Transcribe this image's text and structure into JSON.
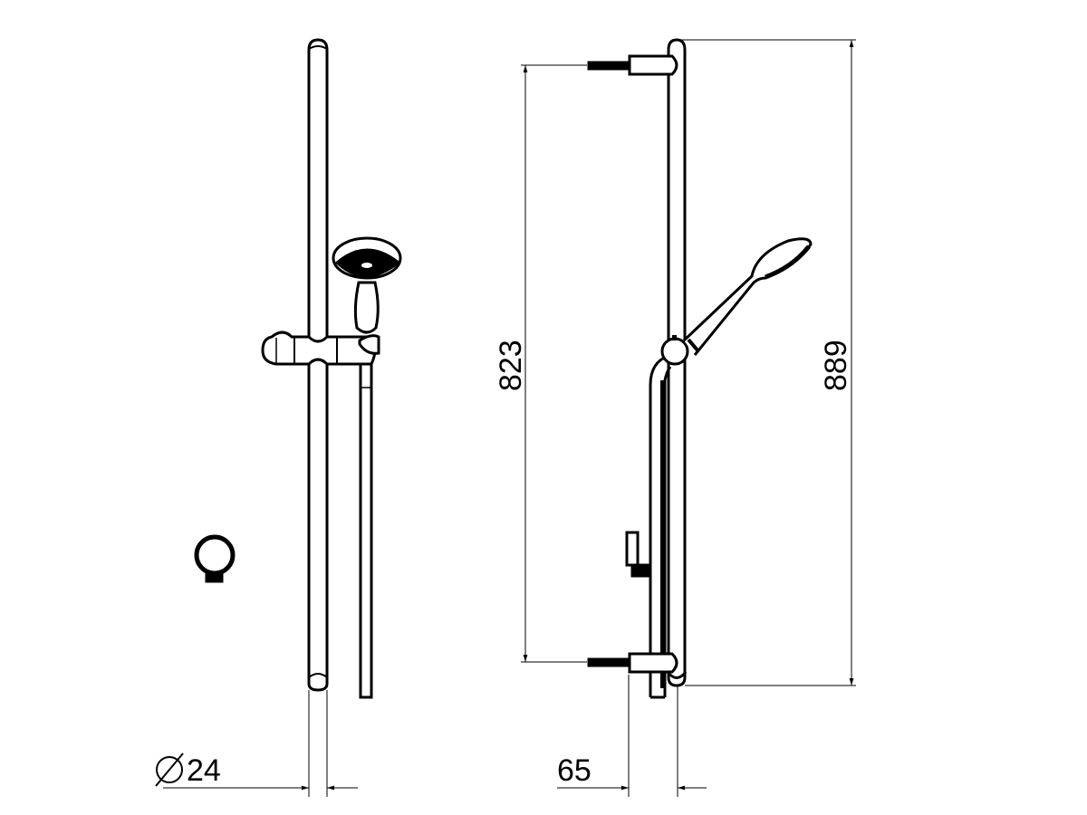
{
  "drawing": {
    "line_color": "#000000",
    "background": "#ffffff",
    "views": [
      "front-view",
      "side-view"
    ],
    "dimensions": {
      "diameter_symbol": "Ø",
      "rail_diameter": "24",
      "wall_offset": "65",
      "bracket_spacing": "823",
      "overall_height": "889"
    }
  }
}
